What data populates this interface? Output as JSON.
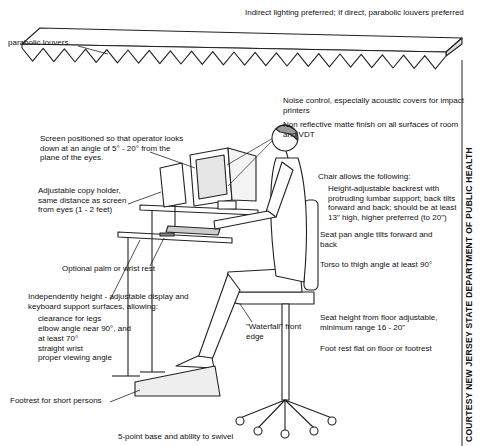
{
  "diagram": {
    "labels": [
      "Indirect lighting preferred; If direct, parabolic louvers preferred",
      "parabolic louvers",
      "Noise control, especially acoustic covers for impact printers",
      "Non reflective matte finish on all surfaces of room and VDT",
      "Screen positioned so that operator looks down at an angle of 5° - 20° from the plane of the eyes.",
      "Adjustable copy holder, same distance as screen from eyes (1 - 2 feet)",
      "Optional palm or wrist rest",
      "Independently height - adjustable display and keyboard support surfaces, allowing:",
      "clearance for legs",
      "elbow angle near 90°, and at least 70°",
      "straight wrist",
      "proper viewing angle",
      "Chair allows the following:",
      "Height-adjustable backrest with protruding lumbar support; back tilts forward and back; should be at least 13\" high, higher preferred (to 20\")",
      "Seat pan angle tilts forward and back",
      "Torso to thigh angle at least 90°",
      "\"Waterfall\" front edge",
      "Seat height from floor adjustable, minimum range 16 - 20\"",
      "Foot rest flat on floor or footrest",
      "Footrest for short persons",
      "5-point base and ability to swivel",
      "COURTESY NEW JERSEY STATE DEPARTMENT OF PUBLIC HEALTH"
    ]
  }
}
